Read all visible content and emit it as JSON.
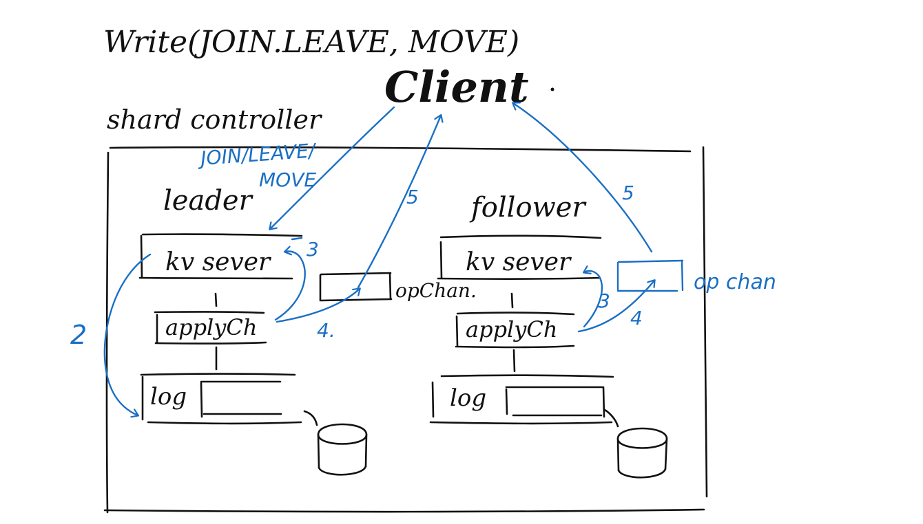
{
  "title": "Write(JOIN.LEAVE, MOVE)",
  "client_label": "Client",
  "controller_label": "shard controller",
  "join_leave_label": "JOIN/LEAVE/",
  "move_label": "MOVE",
  "leader": {
    "label": "leader",
    "kv_server": "kv sever",
    "apply_ch": "applyCh",
    "log": "log",
    "op_chan": "opChan."
  },
  "follower": {
    "label": "follower",
    "kv_server": "kv sever",
    "apply_ch": "applyCh",
    "log": "log",
    "op_chan": "op chan"
  },
  "step_labels": {
    "log_to_kv": "2",
    "leader_apply_to_kv": "3",
    "leader_apply_to_opchan": "4.",
    "leader_opchan_to_client": "5",
    "follower_apply_to_kv": "3",
    "follower_apply_to_opchan": "4",
    "follower_opchan_to_client": "5"
  },
  "colors": {
    "ink": "#111111",
    "annotation": "#1a6fc4"
  }
}
